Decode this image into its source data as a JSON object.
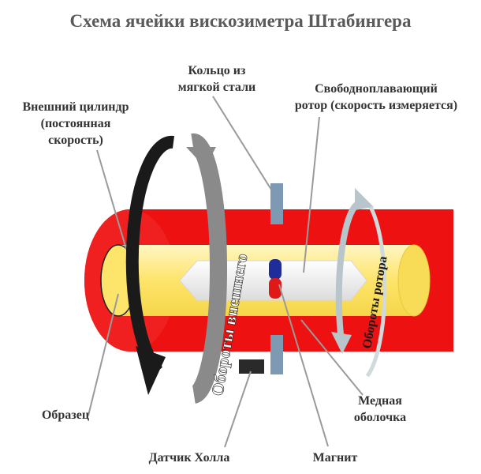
{
  "title": "Схема ячейки вискозиметра Штабингера",
  "labels": {
    "ring_line1": "Кольцо из",
    "ring_line2": "мягкой стали",
    "rotor_line1": "Свободноплавающий",
    "rotor_line2": "ротор (скорость измеряется)",
    "outer_line1": "Внешний цилиндр",
    "outer_line2": "(постоянная",
    "outer_line3": "скорость)",
    "sample": "Образец",
    "copper_line1": "Медная",
    "copper_line2": "оболочка",
    "hall": "Датчик Холла",
    "magnet": "Магнит"
  },
  "arrows": {
    "outer_rotation": "Обороты внешнего",
    "rotor_rotation": "Обороты ротора"
  },
  "colors": {
    "outer_shell": "#ee1111",
    "sample": "#fde46a",
    "rotor": "#eeeeee",
    "ring": "#7e9ab2",
    "magnet_top": "#1f2d9a",
    "magnet_bottom": "#e01818",
    "outer_arrow": "#1a1a1a",
    "rotor_arrow": "#b8c6cc",
    "hall_sensor": "#2a2a2a"
  }
}
